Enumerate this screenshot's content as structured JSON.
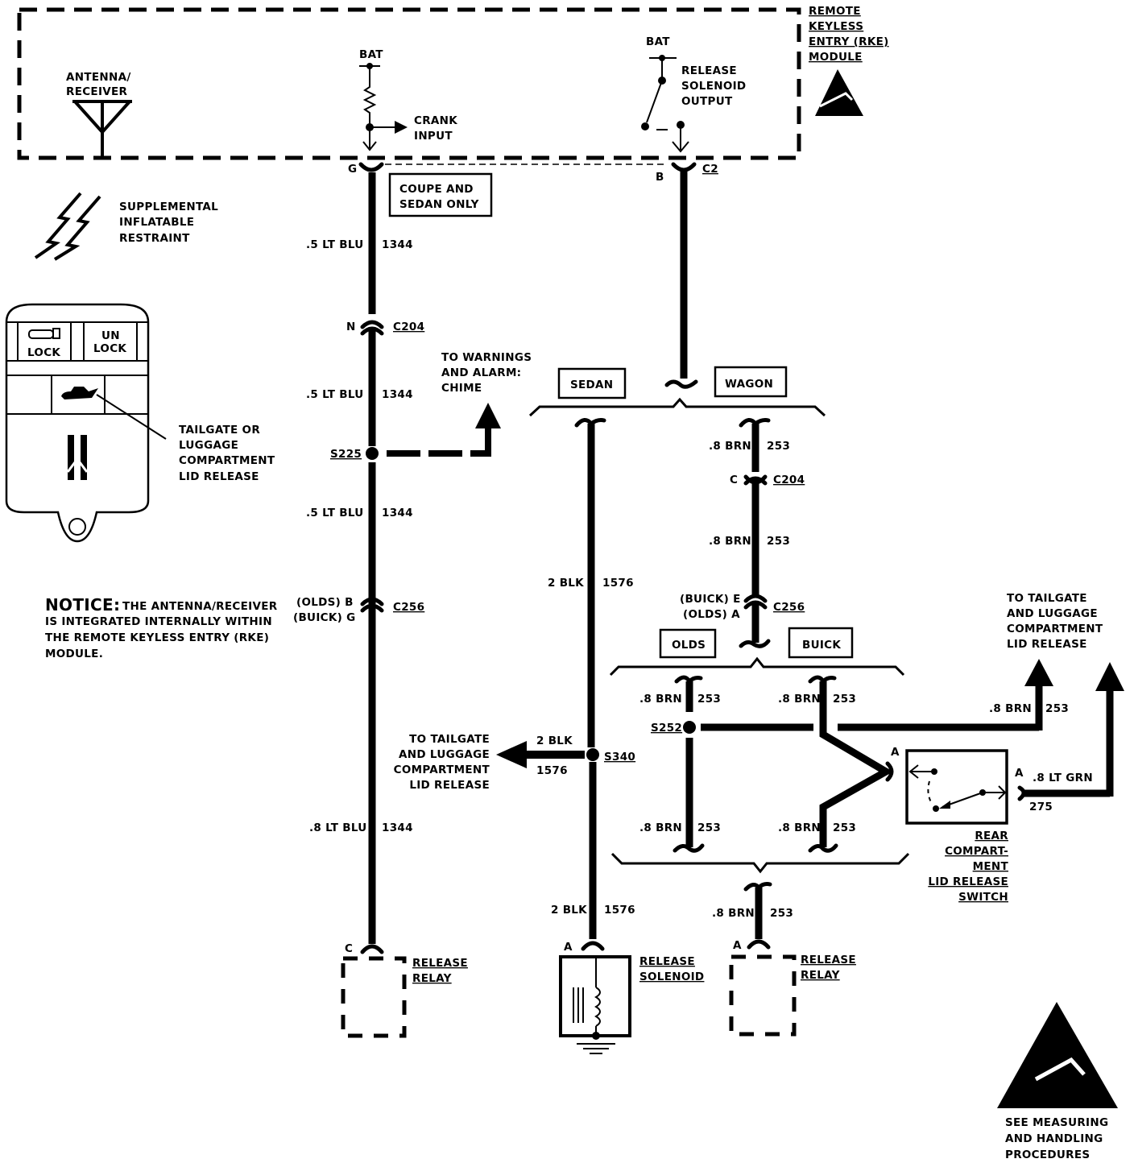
{
  "diagram": {
    "title": "Remote Keyless Entry - Lid Release Circuit",
    "module": {
      "label_lines": [
        "REMOTE",
        "KEYLESS",
        "ENTRY (RKE)",
        "MODULE"
      ],
      "antenna_label": [
        "ANTENNA/",
        "RECEIVER"
      ],
      "bat_left": "BAT",
      "crank_input": [
        "CRANK",
        "INPUT"
      ],
      "bat_right": "BAT",
      "release_output": [
        "RELEASE",
        "SOLENOID",
        "OUTPUT"
      ]
    },
    "sir_legend": [
      "SUPPLEMENTAL",
      "INFLATABLE",
      "RESTRAINT"
    ],
    "keyfob": {
      "lock": "LOCK",
      "unlock": [
        "UN",
        "LOCK"
      ],
      "callout": [
        "TAILGATE OR",
        "LUGGAGE",
        "COMPARTMENT",
        "LID RELEASE"
      ]
    },
    "notice": {
      "heading": "NOTICE:",
      "lines": [
        "THE ANTENNA/RECEIVER",
        "IS INTEGRATED INTERNALLY WITHIN",
        "THE REMOTE KEYLESS ENTRY (RKE)",
        "MODULE."
      ]
    },
    "left_circuit": {
      "pin_top": "G",
      "coupe_box": [
        "COUPE AND",
        "SEDAN ONLY"
      ],
      "wire1": {
        "spec": ".5 LT BLU",
        "num": "1344"
      },
      "c204_pin": "N",
      "c204": "C204",
      "wire2": {
        "spec": ".5 LT BLU",
        "num": "1344"
      },
      "splice": "S225",
      "to_warnings": [
        "TO WARNINGS",
        "AND ALARM:",
        "CHIME"
      ],
      "wire3": {
        "spec": ".5 LT BLU",
        "num": "1344"
      },
      "c256_pins": [
        "(OLDS) B",
        "(BUICK) G"
      ],
      "c256": "C256",
      "wire4": {
        "spec": ".8 LT BLU",
        "num": "1344"
      },
      "relay_pin": "C",
      "relay_label": [
        "RELEASE",
        "RELAY"
      ]
    },
    "right_circuit": {
      "pin_top": "B",
      "c2": "C2",
      "sedan": "SEDAN",
      "wagon": "WAGON",
      "sedan_wire": {
        "spec": "2 BLK",
        "num": "1576"
      },
      "splice_s340": "S340",
      "to_tailgate_left": [
        "TO TAILGATE",
        "AND LUGGAGE",
        "COMPARTMENT",
        "LID RELEASE"
      ],
      "branch_wire": {
        "spec": "2 BLK",
        "num": "1576"
      },
      "sedan_wire2": {
        "spec": "2 BLK",
        "num": "1576"
      },
      "solenoid_pin": "A",
      "solenoid_label": [
        "RELEASE",
        "SOLENOID"
      ],
      "wagon_wire1": {
        "spec": ".8 BRN",
        "num": "253"
      },
      "c204_pin": "C",
      "c204": "C204",
      "wagon_wire2": {
        "spec": ".8 BRN",
        "num": "253"
      },
      "c256_pins": [
        "(BUICK) E",
        "(OLDS) A"
      ],
      "c256": "C256",
      "olds": "OLDS",
      "buick": "BUICK",
      "olds_wire_top": {
        "spec": ".8 BRN",
        "num": "253"
      },
      "buick_wire_top": {
        "spec": ".8 BRN",
        "num": "253"
      },
      "splice_s252": "S252",
      "olds_wire_bot": {
        "spec": ".8 BRN",
        "num": "253"
      },
      "buick_wire_bot": {
        "spec": ".8 BRN",
        "num": "253"
      },
      "to_tailgate_right": [
        "TO TAILGATE",
        "AND LUGGAGE",
        "COMPARTMENT",
        "LID RELEASE"
      ],
      "out_wire": {
        "spec": ".8 BRN",
        "num": "253"
      },
      "switch_pin_in": "A",
      "switch_pin_out": "A",
      "switch_wire": {
        "spec": ".8 LT GRN",
        "num": "275"
      },
      "switch_label": [
        "REAR",
        "COMPART-",
        "MENT",
        "LID RELEASE",
        "SWITCH"
      ],
      "relay_wire": {
        "spec": ".8 BRN",
        "num": "253"
      },
      "relay_pin": "A",
      "relay_label": [
        "RELEASE",
        "RELAY"
      ]
    },
    "esd_notice": [
      "SEE MEASURING",
      "AND HANDLING",
      "PROCEDURES"
    ]
  }
}
